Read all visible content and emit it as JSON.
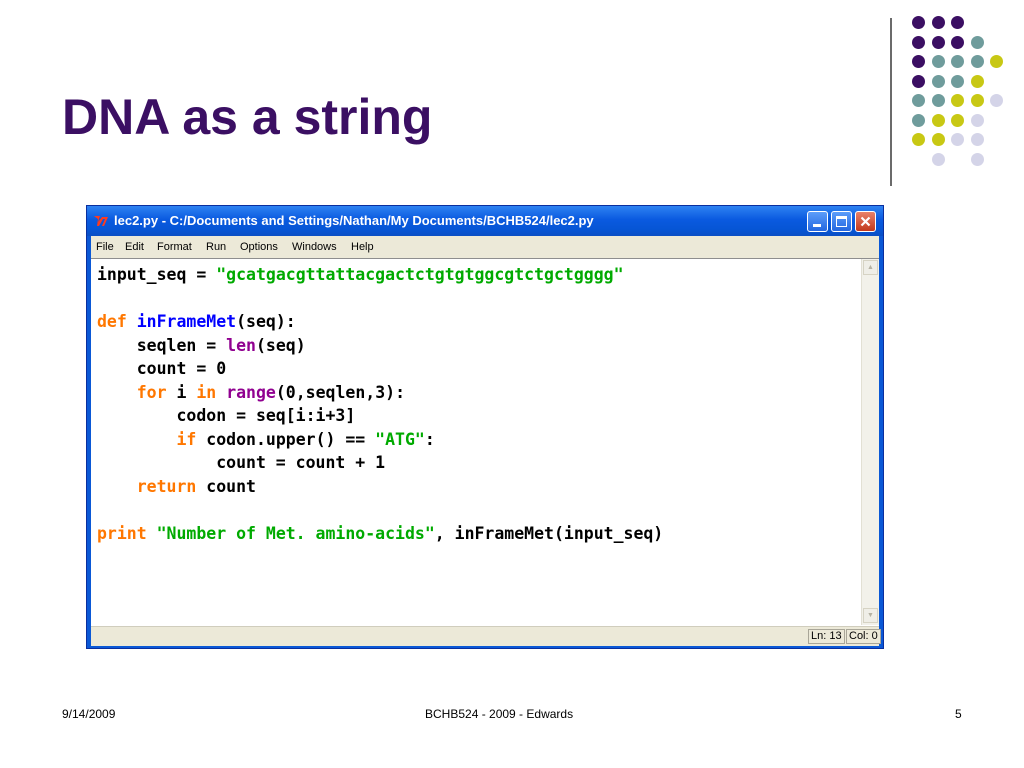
{
  "slide": {
    "title": "DNA as a string",
    "footer_date": "9/14/2009",
    "footer_center": "BCHB524 - 2009 - Edwards",
    "footer_page": "5"
  },
  "colors": {
    "title": "#3b0f63",
    "purple": "#3b0f63",
    "teal": "#6f9c9c",
    "yellow": "#c8c814",
    "lavender": "#d4d4e8"
  },
  "window": {
    "title": "lec2.py - C:/Documents and Settings/Nathan/My Documents/BCHB524/lec2.py",
    "menu": [
      "File",
      "Edit",
      "Format",
      "Run",
      "Options",
      "Windows",
      "Help"
    ],
    "status_line": "Ln: 13",
    "status_col": "Col: 0"
  }
}
